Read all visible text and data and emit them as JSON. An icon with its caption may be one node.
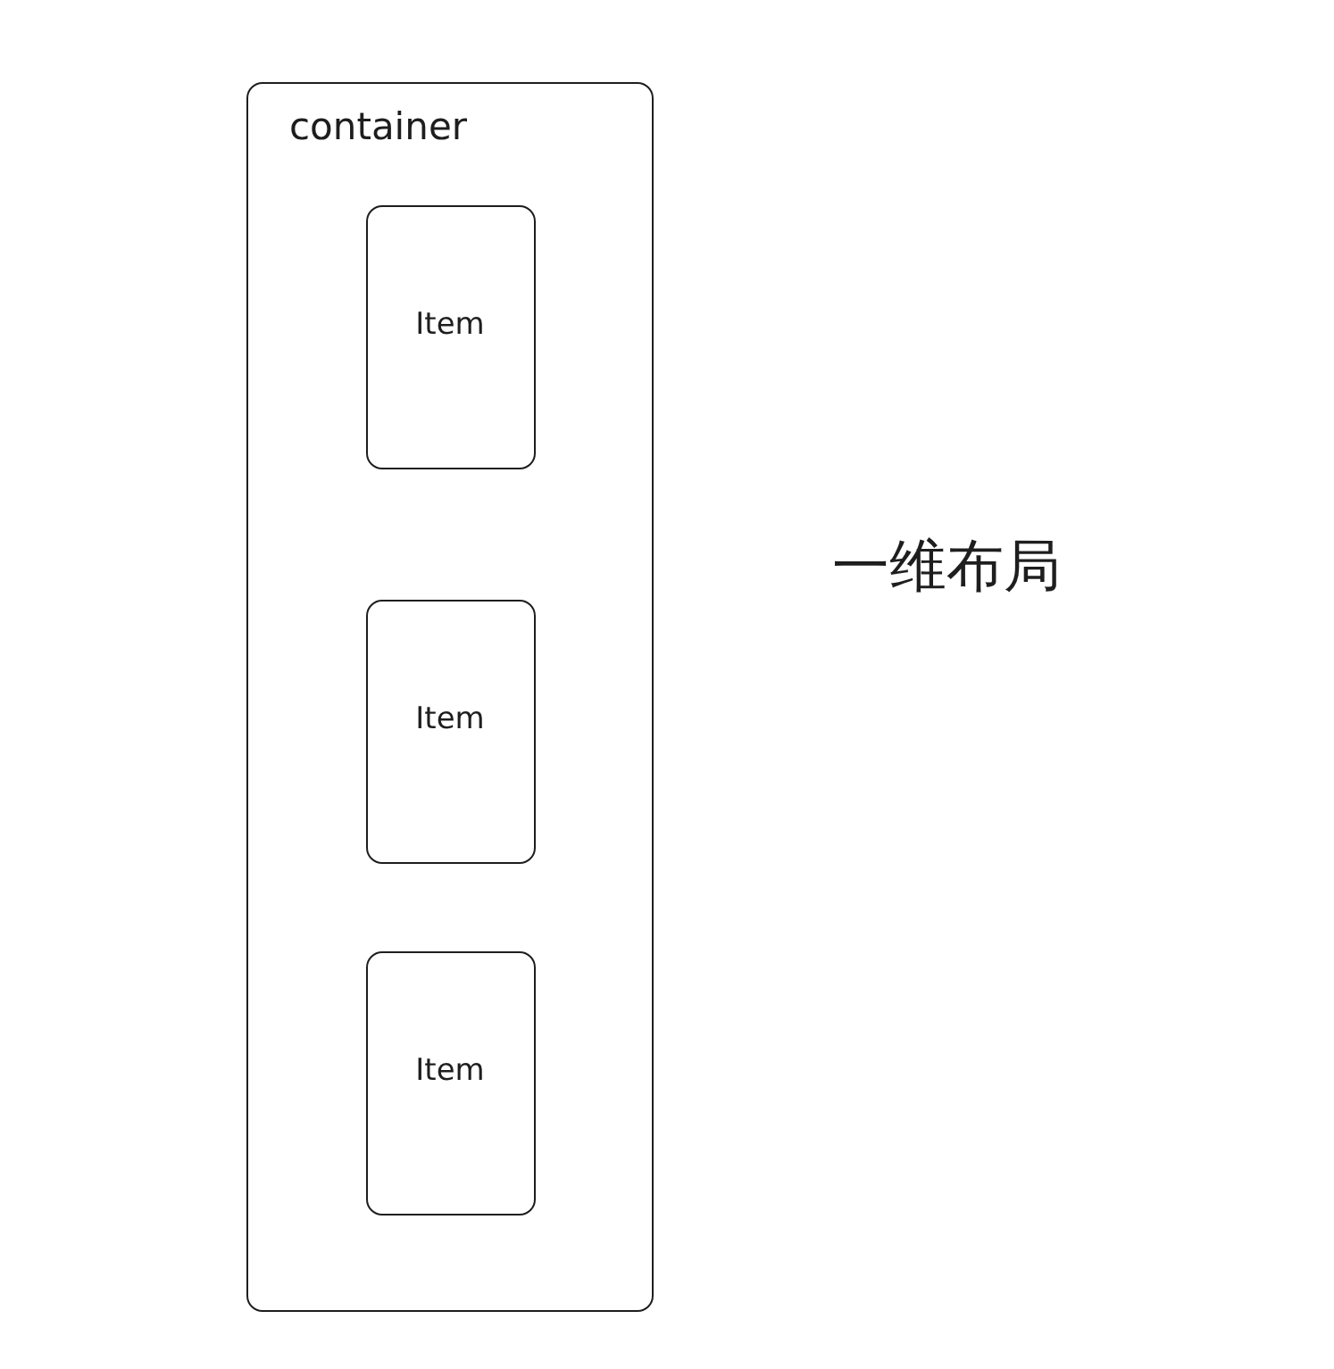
{
  "diagram": {
    "nodes": [
      {
        "text": [
          "container"
        ]
      },
      {
        "text": [
          "Item"
        ],
        "in": 0
      },
      {
        "text": [
          "Item"
        ],
        "in": 0
      },
      {
        "text": [
          "Item"
        ],
        "in": 0
      }
    ],
    "labels": [
      "一维布局"
    ]
  }
}
